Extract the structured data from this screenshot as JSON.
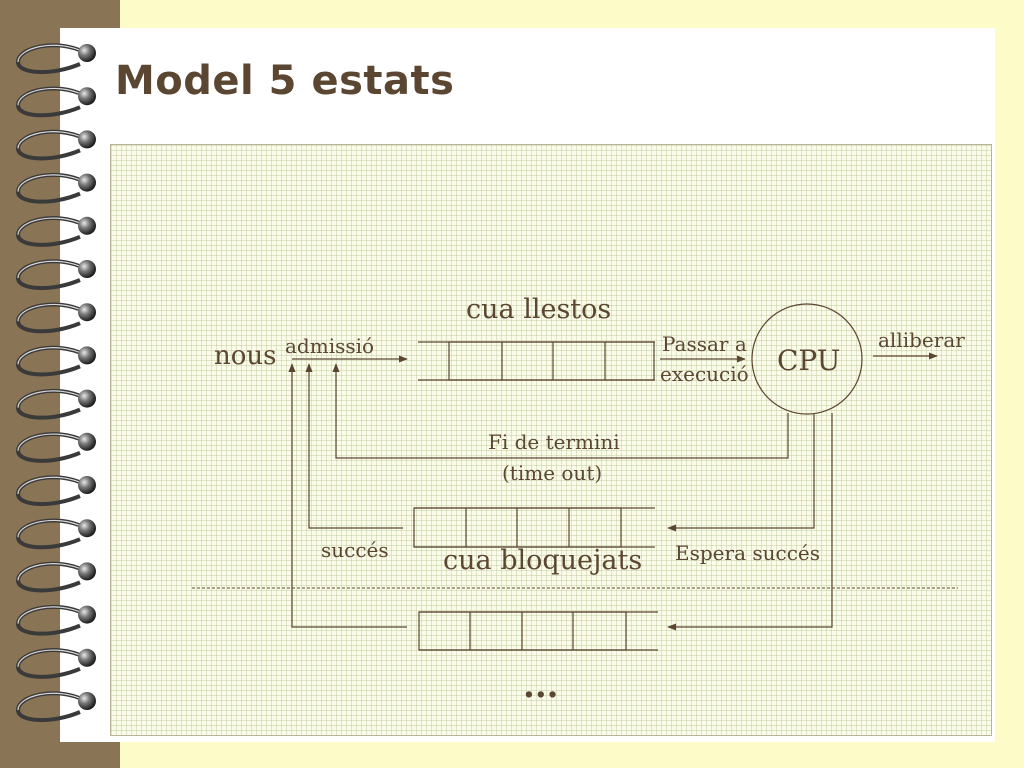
{
  "slide": {
    "title": "Model 5 estats"
  },
  "diagram": {
    "ready_queue": "cua llestos",
    "new": "nous",
    "admission": "admissió",
    "dispatch_line1": "Passar a",
    "dispatch_line2": "execució",
    "cpu": "CPU",
    "release": "alliberar",
    "timeout_line1": "Fi de termini",
    "timeout_line2": "(time out)",
    "event_occurs": "succés",
    "blocked_queue": "cua bloquejats",
    "event_wait": "Espera succés",
    "ellipsis": "..."
  },
  "colors": {
    "ink": "#5b4632",
    "spine": "#8a7456",
    "background": "#fdfbc8"
  }
}
